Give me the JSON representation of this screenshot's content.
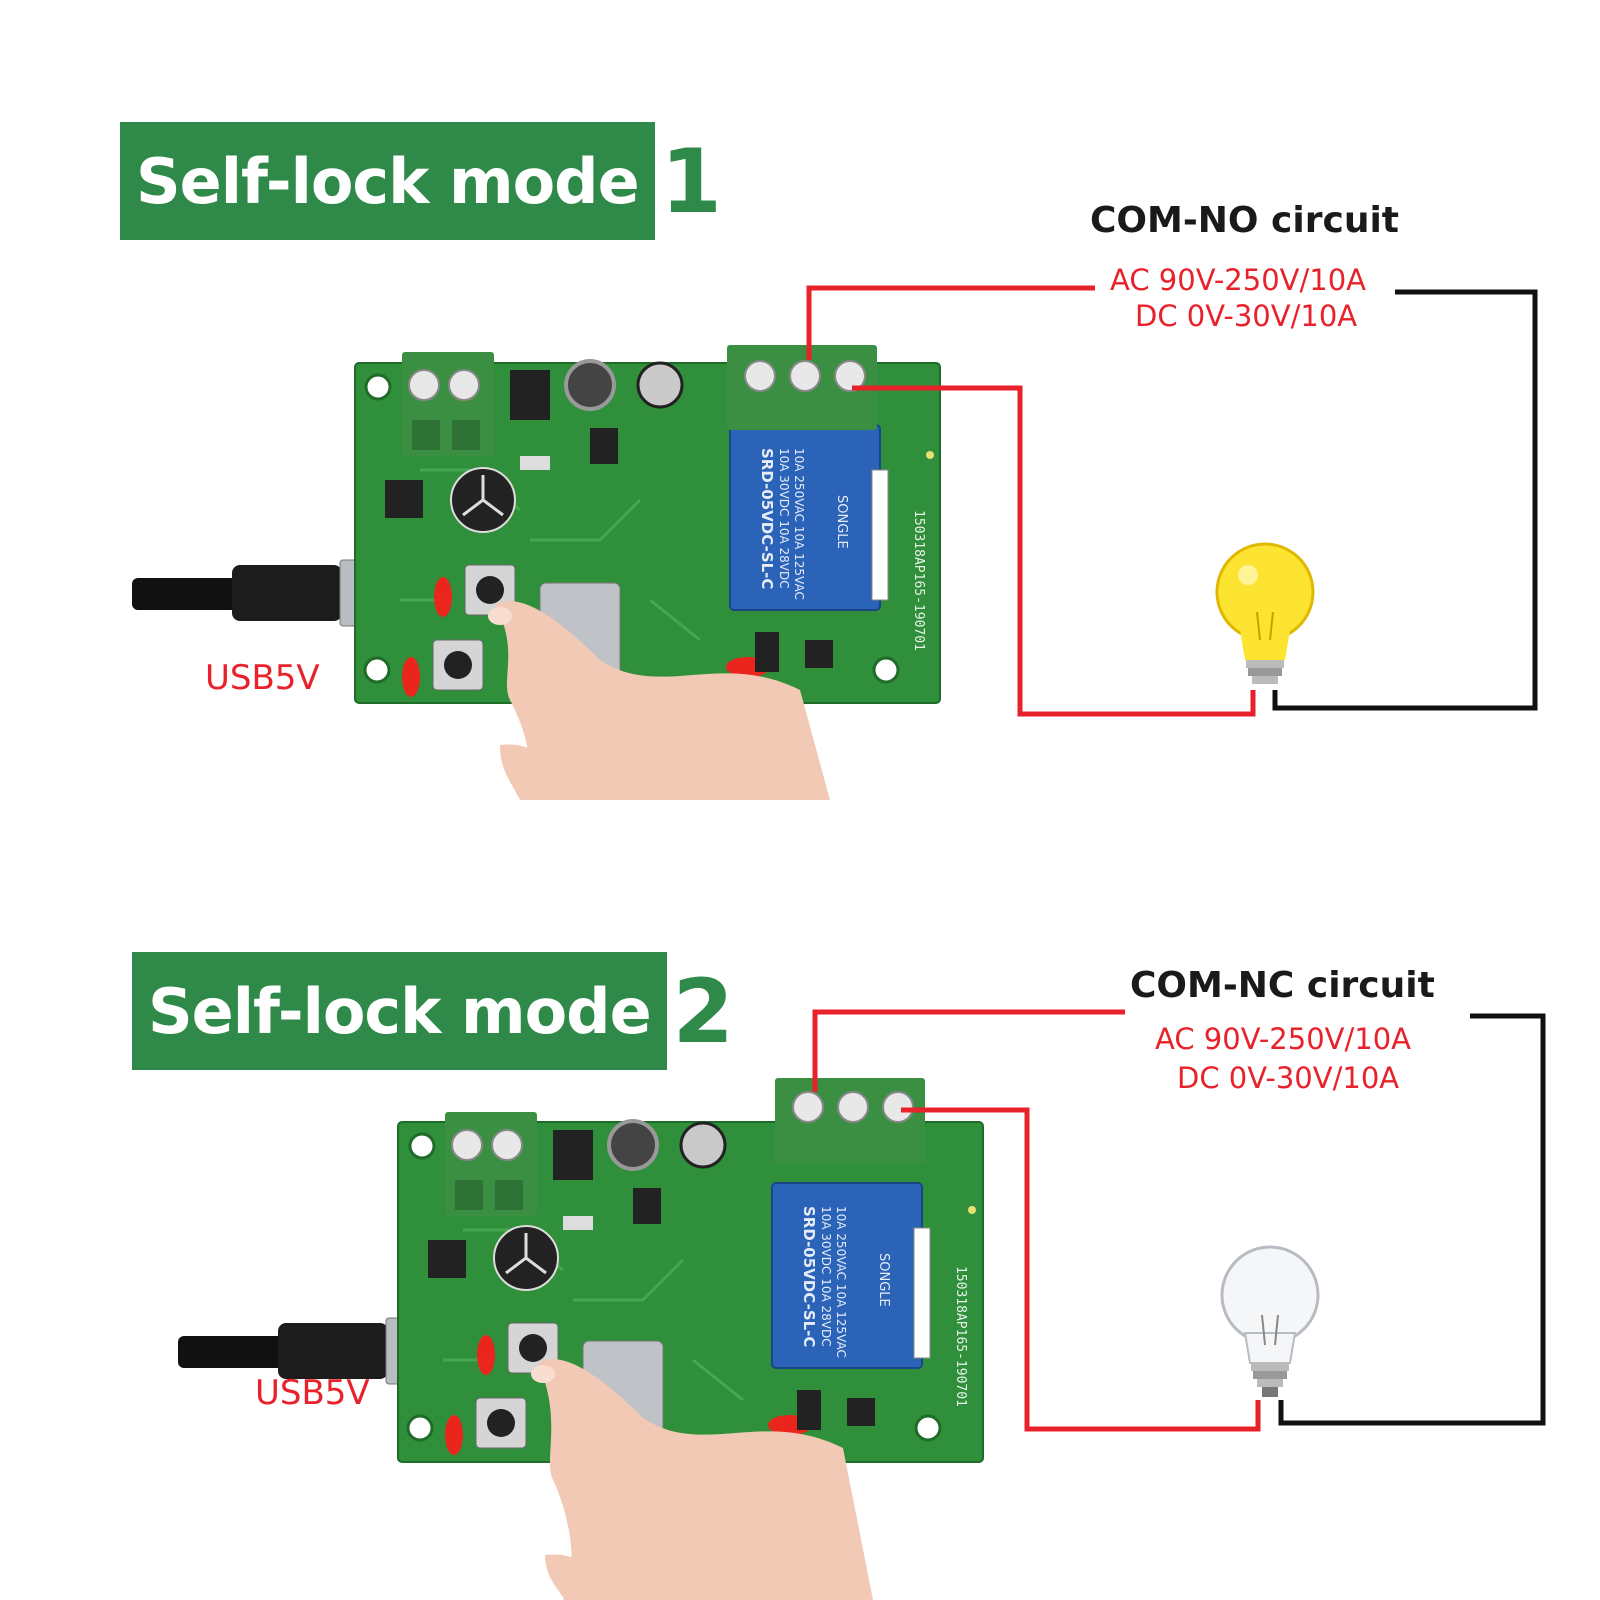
{
  "panels": [
    {
      "mode_label": "Self-lock mode",
      "mode_number": "1",
      "circuit_title": "COM-NO circuit",
      "rating_ac": "AC 90V-250V/10A",
      "rating_dc": "DC 0V-30V/10A",
      "usb_label": "USB5V",
      "relay_text": [
        "10A 250VAC 10A 125VAC",
        "10A 30VDC 10A 28VDC",
        "SRD-05VDC-SL-C"
      ],
      "relay_brand": "SONGLE",
      "board_serial": "150318AP165-190701",
      "bulb_state": "on"
    },
    {
      "mode_label": "Self-lock mode",
      "mode_number": "2",
      "circuit_title": "COM-NC circuit",
      "rating_ac": "AC 90V-250V/10A",
      "rating_dc": "DC 0V-30V/10A",
      "usb_label": "USB5V",
      "relay_text": [
        "10A 250VAC 10A 125VAC",
        "10A 30VDC 10A 28VDC",
        "SRD-05VDC-SL-C"
      ],
      "relay_brand": "SONGLE",
      "board_serial": "150318AP165-190701",
      "bulb_state": "off"
    }
  ],
  "colors": {
    "banner_green": "#2f8a4a",
    "wire_red": "#e8222a",
    "wire_black": "#111111",
    "pcb_green": "#2f8f3a",
    "relay_blue": "#2a63b8",
    "terminal_green": "#3b8f43"
  }
}
